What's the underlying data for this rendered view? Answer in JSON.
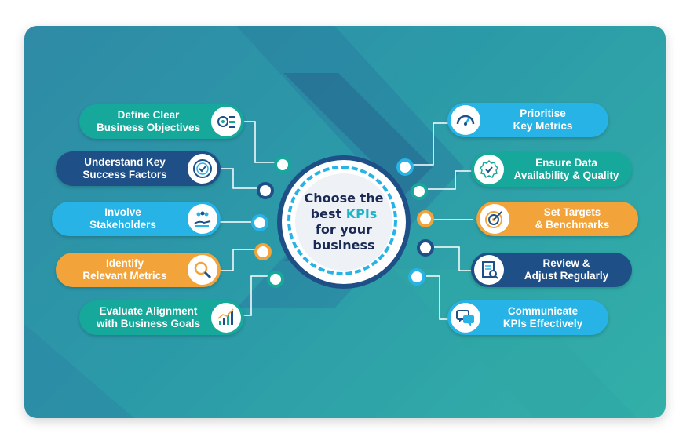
{
  "center": {
    "line1": "Choose the",
    "line2a": "best ",
    "line2b": "KPIs",
    "line3": "for your",
    "line4": "business"
  },
  "left_items": [
    {
      "line1": "Define Clear",
      "line2": "Business Objectives",
      "icon": "settings-dashboard-icon",
      "color": "#16a89a"
    },
    {
      "line1": "Understand Key",
      "line2": "Success Factors",
      "icon": "check-badge-icon",
      "color": "#1e4f86"
    },
    {
      "line1": "Involve",
      "line2": "Stakeholders",
      "icon": "people-hand-icon",
      "color": "#27b3e6"
    },
    {
      "line1": "Identify",
      "line2": "Relevant Metrics",
      "icon": "magnifier-icon",
      "color": "#f2a43a"
    },
    {
      "line1": "Evaluate Alignment",
      "line2": "with Business Goals",
      "icon": "growth-chart-icon",
      "color": "#16a89a"
    }
  ],
  "right_items": [
    {
      "line1": "Prioritise",
      "line2": "Key Metrics",
      "icon": "gauge-icon",
      "color": "#27b3e6"
    },
    {
      "line1": "Ensure Data",
      "line2": "Availability & Quality",
      "icon": "quality-seal-icon",
      "color": "#16a89a"
    },
    {
      "line1": "Set Targets",
      "line2": "& Benchmarks",
      "icon": "target-icon",
      "color": "#f2a43a"
    },
    {
      "line1": "Review &",
      "line2": "Adjust Regularly",
      "icon": "report-review-icon",
      "color": "#1e4f86"
    },
    {
      "line1": "Communicate",
      "line2": "KPIs Effectively",
      "icon": "chat-bubbles-icon",
      "color": "#27b3e6"
    }
  ]
}
